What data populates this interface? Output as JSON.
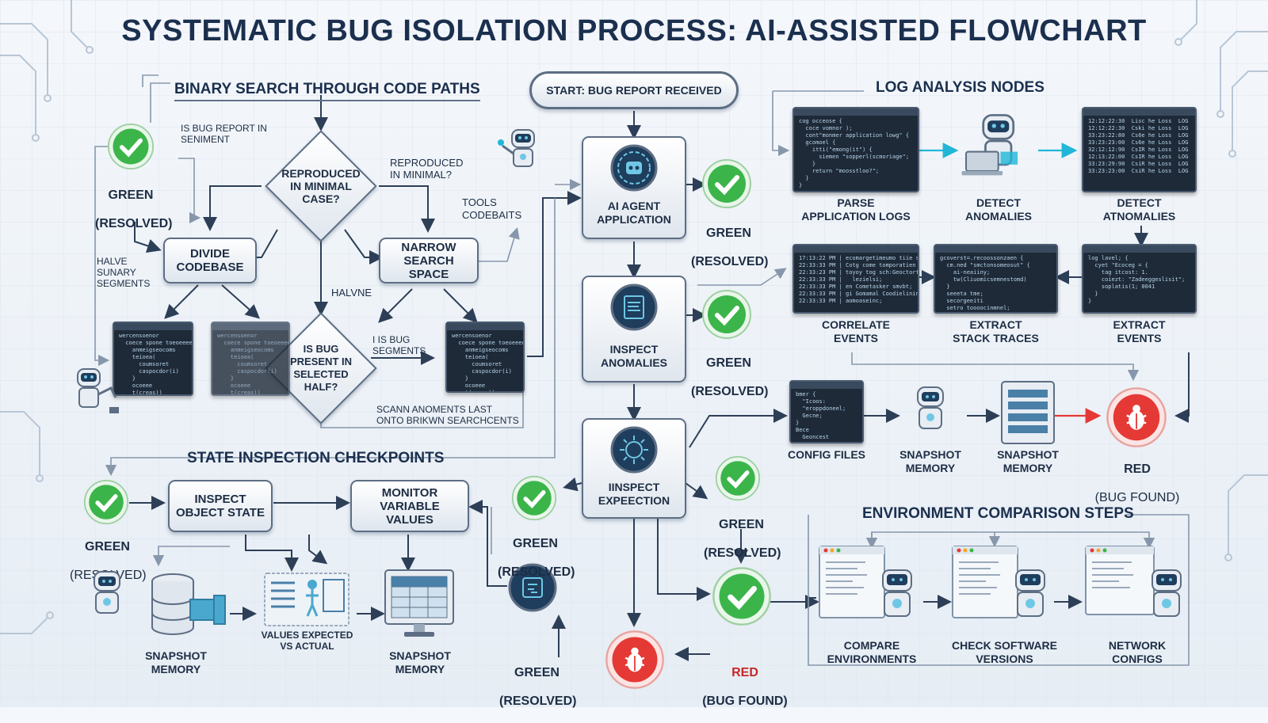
{
  "title": "SYSTEMATIC BUG ISOLATION PROCESS: AI-ASSISTED FLOWCHART",
  "colors": {
    "green": "#3bb54a",
    "red": "#e53935",
    "navy": "#1b2f4e",
    "cyan": "#21b6d8"
  },
  "sections": {
    "binary": "BINARY SEARCH THROUGH CODE PATHS",
    "log": "LOG ANALYSIS NODES",
    "state": "STATE INSPECTION CHECKPOINTS",
    "env": "ENVIRONMENT COMPARISON STEPS"
  },
  "center": {
    "start": "START: BUG REPORT RECEIVED",
    "agent": "AI AGENT\nAPPLICATION",
    "inspect_anomalies": "INSPECT\nANOMALIES",
    "inspect_exp": "IINSPECT\nEXPEECTION",
    "tools_note": "TOOLS\nCODEBAITS"
  },
  "binary": {
    "q1": "REPRODUCED\nIN MINIMAL\nCASE?",
    "q2": "IS BUG\nPRESENT IN\nSELECTED\nHALF?",
    "divide": "DIVIDE\nCODEBASE",
    "narrow": "NARROW\nSEARCH SPACE",
    "note_report": "IS BUG REPORT IN\nSENIMENT",
    "note_repro": "REPRODUCED\nIN MINIMAL?",
    "note_halve": "HALVE\nSUNARY\nSEGMENTS",
    "note_halvne": "HALVNE",
    "note_segments": "I IS BUG\nSEGMENTS",
    "note_scan": "SCANN ANOMENTS LAST\nONTO BRIKWN SEARCHCENTS"
  },
  "log": {
    "parse": "PARSE\nAPPLICATION LOGS",
    "detect1": "DETECT\nANOMALIES",
    "detect2": "DETECT\nATNOMALIES",
    "correlate": "CORRELATE\nEVENTS",
    "stack": "EXTRACT\nSTACK TRACES",
    "extract_events": "EXTRACT\nEVENTS",
    "config": "CONFIG FILES",
    "snap1": "SNAPSHOT\nMEMORY",
    "snap2": "SNAPSHOT\nMEMORY"
  },
  "state": {
    "inspect_obj": "INSPECT\nOBJECT STATE",
    "monitor": "MONITOR\nVARIABLE VALUES",
    "snap_left": "SNAPSHOT\nMEMORY",
    "values": "VALUES EXPECTED\nVS ACTUAL",
    "snap_right": "SNAPSHOT\nMEMORY"
  },
  "env": {
    "compare": "COMPARE\nENVIRONMENTS",
    "versions": "CHECK SOFTWARE\nVERSIONS",
    "network": "NETWORK\nCONFIGS"
  },
  "status": {
    "green": "GREEN",
    "resolved": "(RESOLVED)",
    "red": "RED",
    "bug_found": "(BUG FOUND)"
  },
  "code_lines": {
    "parse": "cog occeose {\n  coce vomnor );\n  cont\"monmer application lowg\" {\n  gcomoel {\n    itti(\"emong(it\") {\n      siemen \"sopperl(scmoriage\";\n    }\n    return \"moosstloo?\";\n  }\n}",
    "logs": "12:12:22:30  Lisc he Loss  LOG\n12:12:22:30  Cski he Loss  LOG\n33:23:22:80  Cs6e he Loss  LOG\n33:23:23:00  Cs6e he Loss  LOG\n32:12:12:90  CsIR he Loss  LOG\n12:13:22:00  CsIR he Loss  LOG\n33:23:29:90  CsiR he Loss  LOG\n33:23:23:00  CsiR he Loss  LOG",
    "correlate": "17:13:22 PM | ecomargetimeumo tiie sore\n22:33:33 PM | Cotg come tomporatien magil;\n22:33:23 PM | toyoy tog sch:Geoctorterr\n22:33:33 PM |   lezielsi;\n22:33:33 PM | en Cometasker smvbt;\n22:33:33 PM | gi Gomamal Coodielinin tog\n22:33:33 PM | aomoaseinc;",
    "stack": "gcoverst=.recoossonzaen {\n  cm.ned \"smctonsomeosut\" {\n    ai-neaiiny;\n    tw(Cliuomicsemnestomd)\n  }\n  seeeta tme;\n  secorgeeiti\n  setro toooocinmnel;\n}",
    "extract": "log lavel; {\n  cyet \"Ecoceg = {\n    tag itcost: 1.\n    coiezt: \"Zadeeggeslisit\";\n    soplatis(1; 0041\n  }\n}",
    "config": "bmer {\n  \"Icoos:\n  \"eroppdoneel;\n  Gecne;\n}\nBece\n  Geoncest",
    "panel": "wercensoenor\n  coece spone toeoeeeeel {\n    anmeigseocoms\n    teioea(\n      coumsoret\n      caspocdor(i)\n    }\n    ocoeee\n    t(creas))"
  }
}
